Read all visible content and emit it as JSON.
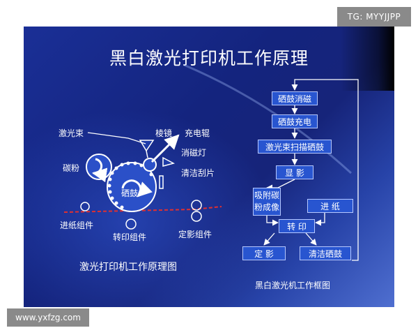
{
  "watermarks": {
    "top_right": "TG: MYYJJPP",
    "bottom_left": "www.yxfzg.com"
  },
  "slide": {
    "title": "黑白激光打印机工作原理",
    "left_caption": "激光打印机工作原理图",
    "right_caption": "黑白激光机工作框图",
    "colors": {
      "box_fill": "#2855d0",
      "box_border": "#b6c8ff",
      "line": "#ffffff",
      "paper_path": "#e03030"
    }
  },
  "left_diagram": {
    "labels": {
      "laser_beam": "激光束",
      "prism": "棱镜",
      "charge_roller": "充电辊",
      "toner": "碳粉",
      "erase_lamp": "消磁灯",
      "cleaning_blade": "清洁刮片",
      "drum": "硒鼓",
      "feed_unit": "进纸组件",
      "transfer_unit": "转印组件",
      "fuser_unit": "定影组件"
    }
  },
  "flowchart": {
    "drum_demag": "硒鼓消磁",
    "drum_charge": "硒鼓充电",
    "laser_scan": "激光束扫描硒鼓",
    "develop": "显 影",
    "toner_adsorb": "吸附碳粉成像",
    "paper_feed": "进 纸",
    "transfer": "转 印",
    "fixing": "定 影",
    "clean_drum": "清洁硒鼓"
  }
}
